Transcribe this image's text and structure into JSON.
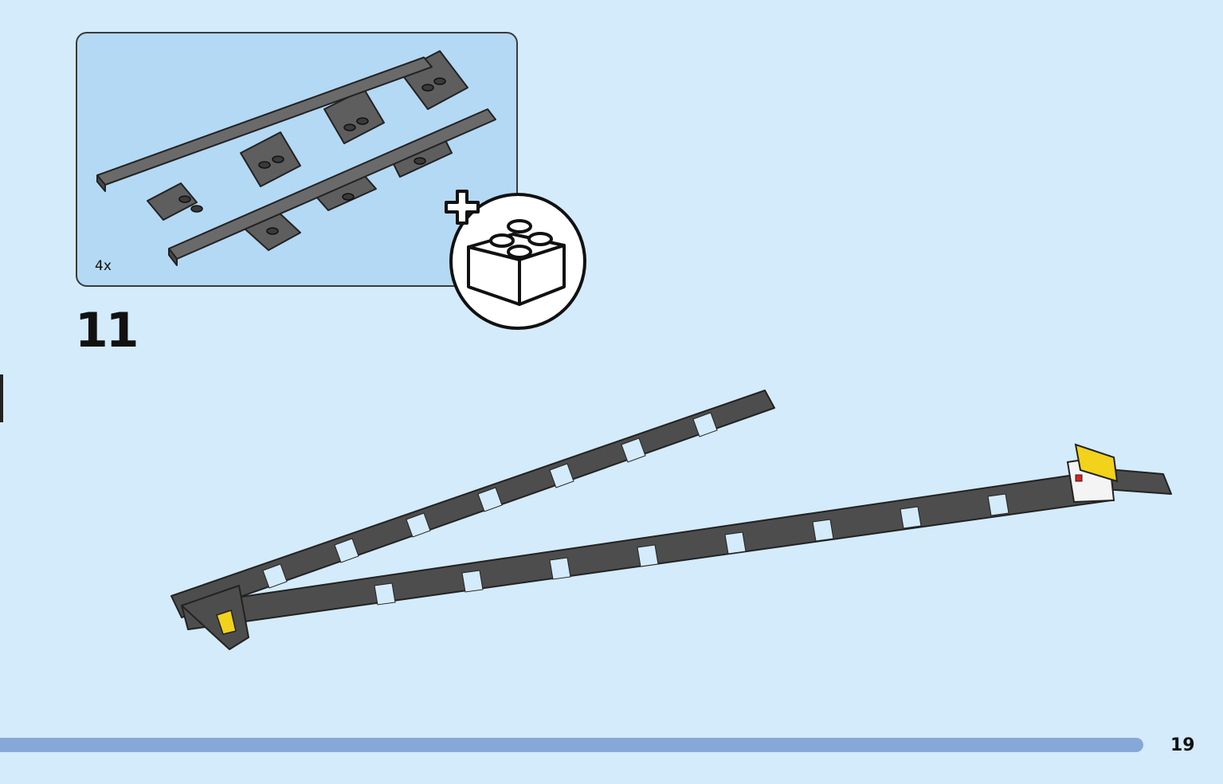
{
  "callout": {
    "quantity_label": "4x",
    "part_name_icon": "straight-track-icon"
  },
  "bonus_icon": "plus-brick-icon",
  "step": {
    "number": "11"
  },
  "scene_icon": "track-switch-assembly-icon",
  "footer": {
    "page_number": "19"
  },
  "colors": {
    "background": "#d4ebfb",
    "callout_background": "#b4d9f5",
    "track_gray": "#5a5a5a",
    "progress_bar": "#86a8d8",
    "accent_yellow": "#f2d21b"
  }
}
